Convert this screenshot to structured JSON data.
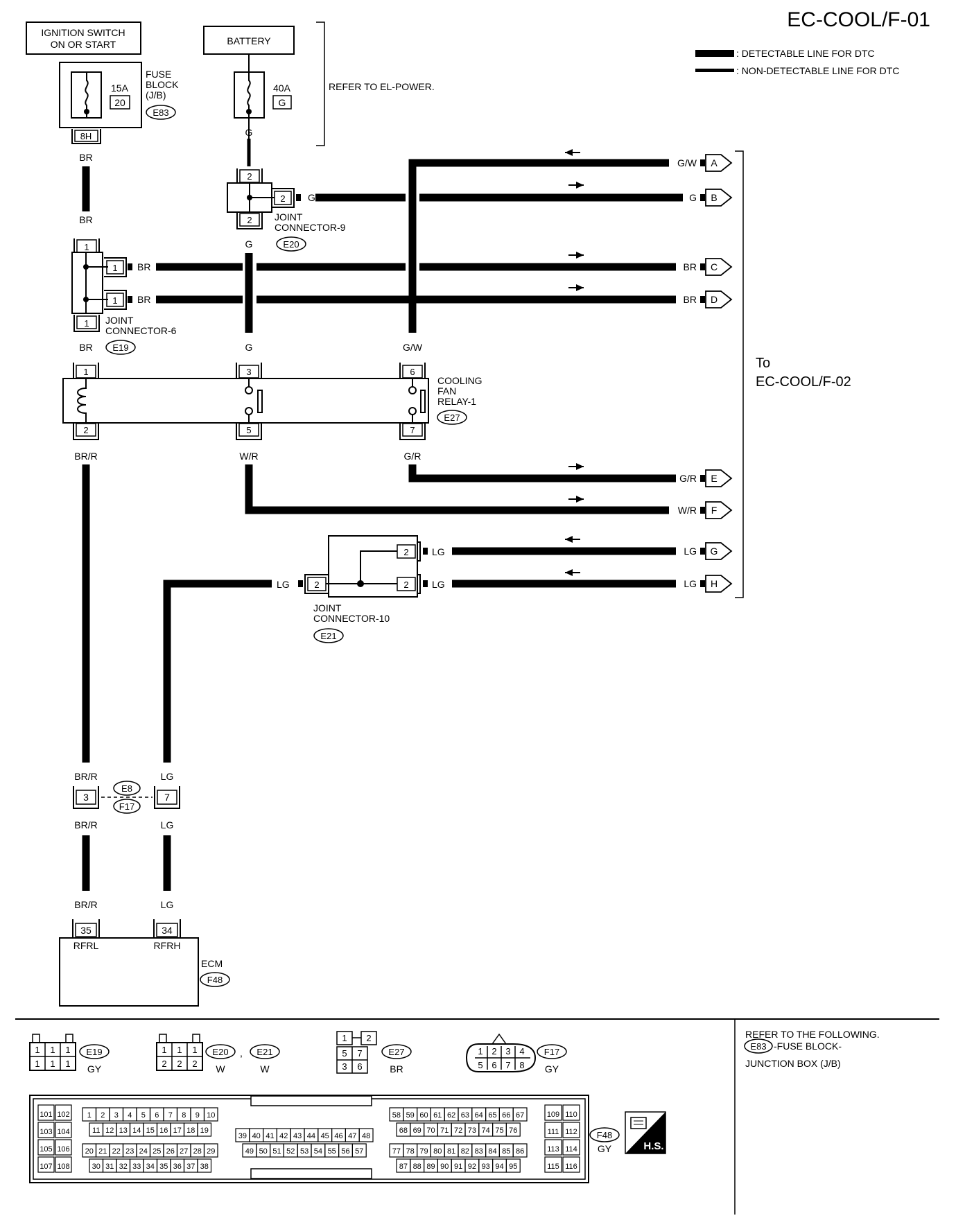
{
  "title": "EC-COOL/F-01",
  "legend": {
    "detectable": ": DETECTABLE LINE FOR DTC",
    "non_detectable": ": NON-DETECTABLE LINE FOR DTC"
  },
  "ignition": {
    "line1": "IGNITION SWITCH",
    "line2": "ON OR START"
  },
  "battery": "BATTERY",
  "fuse_block": {
    "l1": "FUSE",
    "l2": "BLOCK",
    "l3": "(J/B)",
    "conn": "E83",
    "amp": "15A",
    "num": "20",
    "term": "8H"
  },
  "battery_fuse": {
    "amp": "40A",
    "letter": "G"
  },
  "refer_power": "REFER TO EL-POWER.",
  "jc9": {
    "l1": "JOINT",
    "l2": "CONNECTOR-9",
    "conn": "E20",
    "top": "2",
    "side": "2",
    "bottom": "2"
  },
  "jc6": {
    "l1": "JOINT",
    "l2": "CONNECTOR-6",
    "conn": "E19",
    "top": "1",
    "side1": "1",
    "side2": "1",
    "bottom": "1"
  },
  "jc10": {
    "l1": "JOINT",
    "l2": "CONNECTOR-10",
    "conn": "E21",
    "left": "2",
    "right1": "2",
    "right2": "2"
  },
  "relay": {
    "l1": "COOLING",
    "l2": "FAN",
    "l3": "RELAY-1",
    "conn": "E27",
    "t1": "1",
    "t2": "2",
    "t3": "3",
    "t5": "5",
    "t6": "6",
    "t7": "7"
  },
  "wires": {
    "br": "BR",
    "g": "G",
    "gw": "G/W",
    "brr": "BR/R",
    "wr": "W/R",
    "gr": "G/R",
    "lg": "LG"
  },
  "outputs": [
    "A",
    "B",
    "C",
    "D",
    "E",
    "F",
    "G",
    "H"
  ],
  "output_colors": [
    "G/W",
    "G",
    "BR",
    "BR",
    "G/R",
    "W/R",
    "LG",
    "LG"
  ],
  "to_label": {
    "l1": "To",
    "l2": "EC-COOL/F-02"
  },
  "inline": {
    "c1": "E8",
    "c2": "F17",
    "p3": "3",
    "p7": "7"
  },
  "ecm": {
    "label": "ECM",
    "conn": "F48",
    "p35": "35",
    "p34": "34",
    "rfrl": "RFRL",
    "rfrh": "RFRH"
  },
  "bottom": {
    "e19": "E19",
    "e19c": "GY",
    "e20": "E20",
    "e20c": "W",
    "comma": ",",
    "e21": "E21",
    "e21c": "W",
    "e27": "E27",
    "e27c": "BR",
    "f17": "F17",
    "f17c": "GY",
    "f48": "F48",
    "f48c": "GY",
    "refer_l1": "REFER TO THE FOLLOWING.",
    "refer_conn": "E83",
    "refer_l2": "-FUSE BLOCK-",
    "refer_l3": "JUNCTION BOX (J/B)",
    "hs": "H.S."
  },
  "conn_pins": {
    "e19": [
      "1",
      "1",
      "1",
      "1",
      "1",
      "1"
    ],
    "e20": [
      "1",
      "1",
      "1",
      "2",
      "2",
      "2"
    ],
    "e27": [
      "1",
      "2",
      "5",
      "7",
      "3",
      "6"
    ],
    "f17": [
      "1",
      "2",
      "3",
      "4",
      "5",
      "6",
      "7",
      "8"
    ]
  }
}
